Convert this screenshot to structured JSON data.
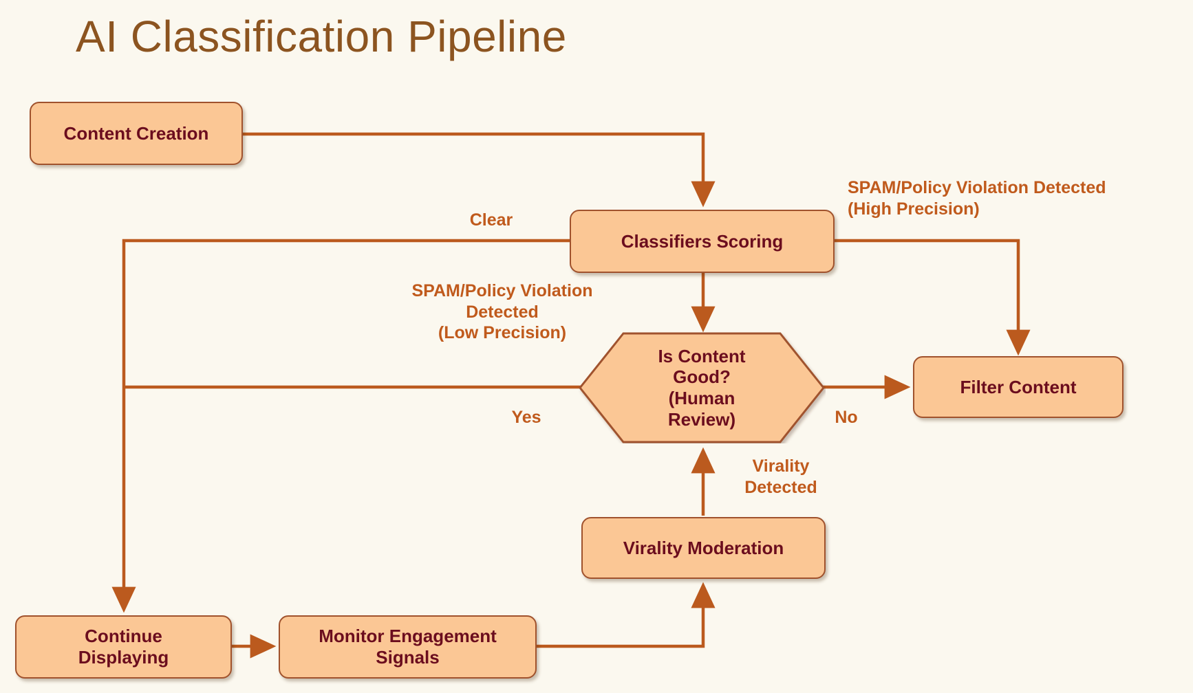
{
  "title": "AI Classification Pipeline",
  "colors": {
    "background": "#FBF8EF",
    "title_text": "#8C5420",
    "node_fill": "#FBC795",
    "node_border": "#A0522D",
    "node_text": "#6B0D1E",
    "edge_line": "#BB5A1E",
    "edge_label_text": "#C05A1C"
  },
  "nodes": {
    "content_creation": "Content Creation",
    "classifiers_scoring": "Classifiers Scoring",
    "is_content_good": "Is Content\nGood?\n(Human\nReview)",
    "filter_content": "Filter Content",
    "virality_moderation": "Virality Moderation",
    "continue_displaying": "Continue\nDisplaying",
    "monitor_engagement": "Monitor Engagement\nSignals"
  },
  "edge_labels": {
    "clear": "Clear",
    "spam_high": "SPAM/Policy Violation Detected\n(High Precision)",
    "spam_low": "SPAM/Policy Violation\nDetected\n(Low Precision)",
    "yes": "Yes",
    "no": "No",
    "virality_detected": "Virality\nDetected"
  },
  "chart_data": {
    "type": "flowchart",
    "title": "AI Classification Pipeline",
    "nodes": [
      {
        "id": "content_creation",
        "label": "Content Creation",
        "shape": "rounded-rect"
      },
      {
        "id": "classifiers_scoring",
        "label": "Classifiers Scoring",
        "shape": "rounded-rect"
      },
      {
        "id": "is_content_good",
        "label": "Is Content Good? (Human Review)",
        "shape": "hexagon"
      },
      {
        "id": "filter_content",
        "label": "Filter Content",
        "shape": "rounded-rect"
      },
      {
        "id": "virality_moderation",
        "label": "Virality Moderation",
        "shape": "rounded-rect"
      },
      {
        "id": "continue_displaying",
        "label": "Continue Displaying",
        "shape": "rounded-rect"
      },
      {
        "id": "monitor_engagement",
        "label": "Monitor Engagement Signals",
        "shape": "rounded-rect"
      }
    ],
    "edges": [
      {
        "from": "content_creation",
        "to": "classifiers_scoring",
        "label": ""
      },
      {
        "from": "classifiers_scoring",
        "to": "continue_displaying",
        "label": "Clear"
      },
      {
        "from": "classifiers_scoring",
        "to": "filter_content",
        "label": "SPAM/Policy Violation Detected (High Precision)"
      },
      {
        "from": "classifiers_scoring",
        "to": "is_content_good",
        "label": "SPAM/Policy Violation Detected (Low Precision)"
      },
      {
        "from": "is_content_good",
        "to": "continue_displaying",
        "label": "Yes"
      },
      {
        "from": "is_content_good",
        "to": "filter_content",
        "label": "No"
      },
      {
        "from": "virality_moderation",
        "to": "is_content_good",
        "label": "Virality Detected"
      },
      {
        "from": "continue_displaying",
        "to": "monitor_engagement",
        "label": ""
      },
      {
        "from": "monitor_engagement",
        "to": "virality_moderation",
        "label": ""
      }
    ]
  }
}
